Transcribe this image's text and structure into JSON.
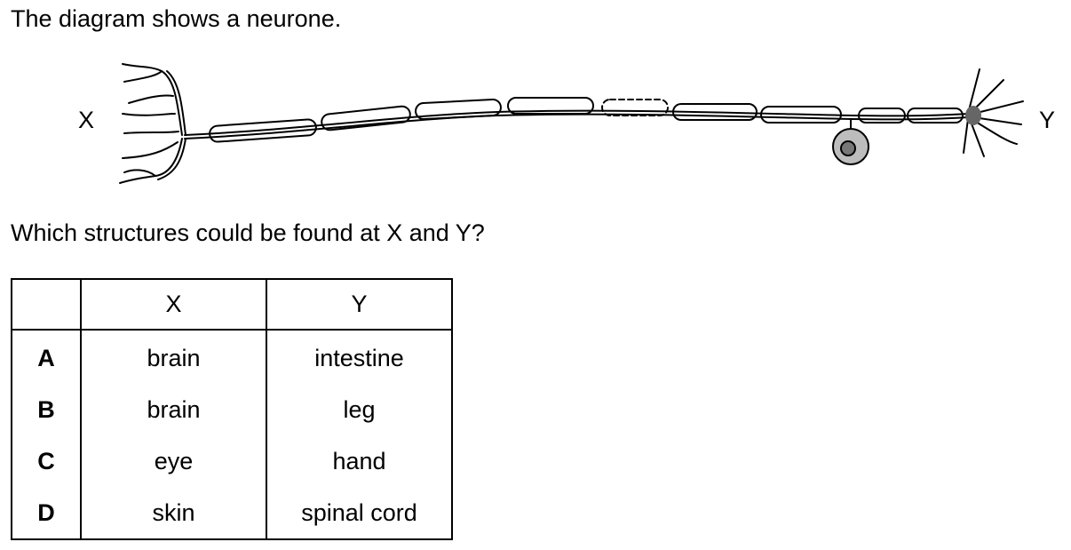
{
  "question": {
    "intro": "The diagram shows a neurone.",
    "prompt": "Which structures could be found at X and Y?"
  },
  "diagram": {
    "label_x": "X",
    "label_y": "Y"
  },
  "table": {
    "headers": [
      "",
      "X",
      "Y"
    ],
    "rows": [
      {
        "option": "A",
        "x": "brain",
        "y": "intestine"
      },
      {
        "option": "B",
        "x": "brain",
        "y": "leg"
      },
      {
        "option": "C",
        "x": "eye",
        "y": "hand"
      },
      {
        "option": "D",
        "x": "skin",
        "y": "spinal cord"
      }
    ]
  }
}
